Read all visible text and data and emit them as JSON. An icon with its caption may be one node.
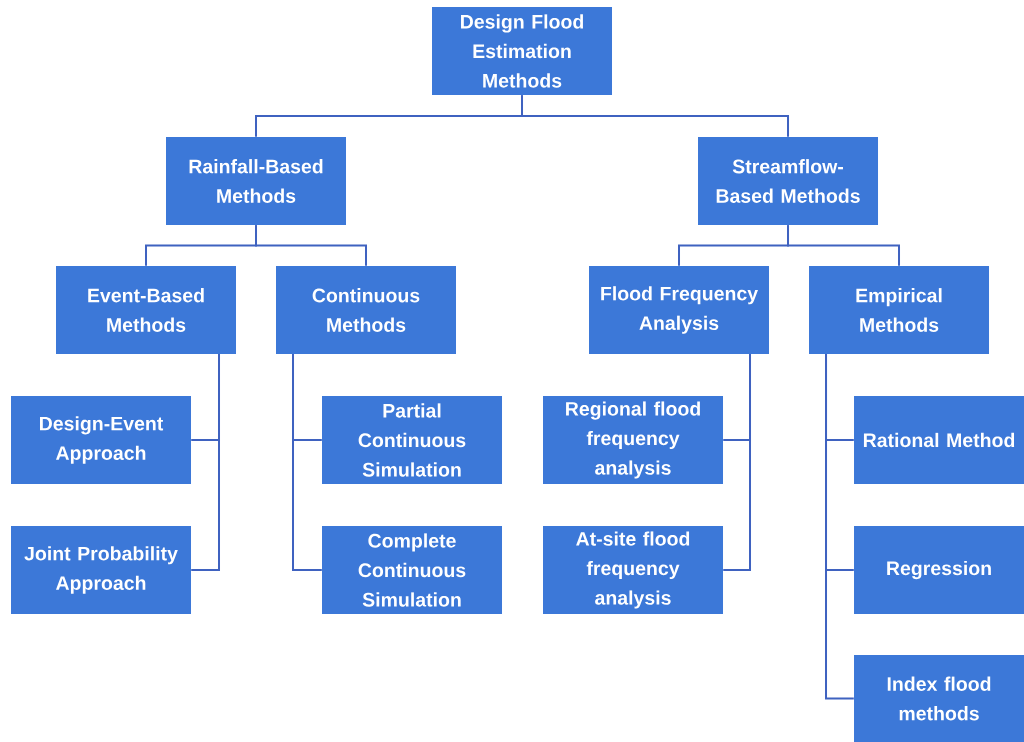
{
  "diagram": {
    "nodes": [
      {
        "text": [
          "Design Flood Estimation Methods"
        ]
      },
      {
        "text": [
          "Rainfall-Based Methods"
        ]
      },
      {
        "text": [
          "Streamflow-Based Methods"
        ]
      },
      {
        "text": [
          "Event-Based Methods"
        ]
      },
      {
        "text": [
          "Continuous Methods"
        ]
      },
      {
        "text": [
          "Flood Frequency Analysis"
        ]
      },
      {
        "text": [
          "Empirical Methods"
        ]
      },
      {
        "text": [
          "Design-Event Approach"
        ]
      },
      {
        "text": [
          "Joint Probability Approach"
        ]
      },
      {
        "text": [
          "Partial Continuous Simulation"
        ]
      },
      {
        "text": [
          "Complete Continuous Simulation"
        ]
      },
      {
        "text": [
          "Regional flood frequency analysis"
        ]
      },
      {
        "text": [
          "At-site flood frequency analysis"
        ]
      },
      {
        "text": [
          "Rational Method"
        ]
      },
      {
        "text": [
          "Regression"
        ]
      },
      {
        "text": [
          "Index flood methods"
        ]
      }
    ],
    "edges": [
      {
        "from": 0,
        "to": 1,
        "arrow": "none"
      },
      {
        "from": 0,
        "to": 2,
        "arrow": "none"
      },
      {
        "from": 1,
        "to": 3,
        "arrow": "none"
      },
      {
        "from": 1,
        "to": 4,
        "arrow": "none"
      },
      {
        "from": 2,
        "to": 5,
        "arrow": "none"
      },
      {
        "from": 2,
        "to": 6,
        "arrow": "none"
      },
      {
        "from": 3,
        "to": 7,
        "arrow": "none"
      },
      {
        "from": 3,
        "to": 8,
        "arrow": "none"
      },
      {
        "from": 4,
        "to": 9,
        "arrow": "none"
      },
      {
        "from": 4,
        "to": 10,
        "arrow": "none"
      },
      {
        "from": 5,
        "to": 11,
        "arrow": "none"
      },
      {
        "from": 5,
        "to": 12,
        "arrow": "none"
      },
      {
        "from": 6,
        "to": 13,
        "arrow": "none"
      },
      {
        "from": 6,
        "to": 14,
        "arrow": "none"
      },
      {
        "from": 6,
        "to": 15,
        "arrow": "none"
      }
    ]
  }
}
